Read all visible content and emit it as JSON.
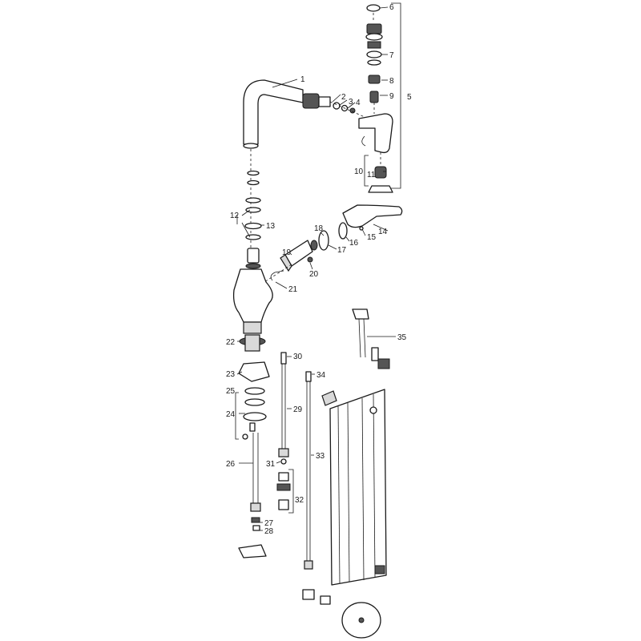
{
  "callouts": [
    {
      "n": "1"
    },
    {
      "n": "2"
    },
    {
      "n": "3"
    },
    {
      "n": "4"
    },
    {
      "n": "5"
    },
    {
      "n": "6"
    },
    {
      "n": "7"
    },
    {
      "n": "8"
    },
    {
      "n": "9"
    },
    {
      "n": "10"
    },
    {
      "n": "11"
    },
    {
      "n": "12"
    },
    {
      "n": "13"
    },
    {
      "n": "14"
    },
    {
      "n": "15"
    },
    {
      "n": "16"
    },
    {
      "n": "17"
    },
    {
      "n": "18"
    },
    {
      "n": "19"
    },
    {
      "n": "20"
    },
    {
      "n": "21"
    },
    {
      "n": "22"
    },
    {
      "n": "23"
    },
    {
      "n": "24"
    },
    {
      "n": "25"
    },
    {
      "n": "26"
    },
    {
      "n": "27"
    },
    {
      "n": "28"
    },
    {
      "n": "29"
    },
    {
      "n": "30"
    },
    {
      "n": "31"
    },
    {
      "n": "32"
    },
    {
      "n": "33"
    },
    {
      "n": "34"
    },
    {
      "n": "35"
    }
  ]
}
